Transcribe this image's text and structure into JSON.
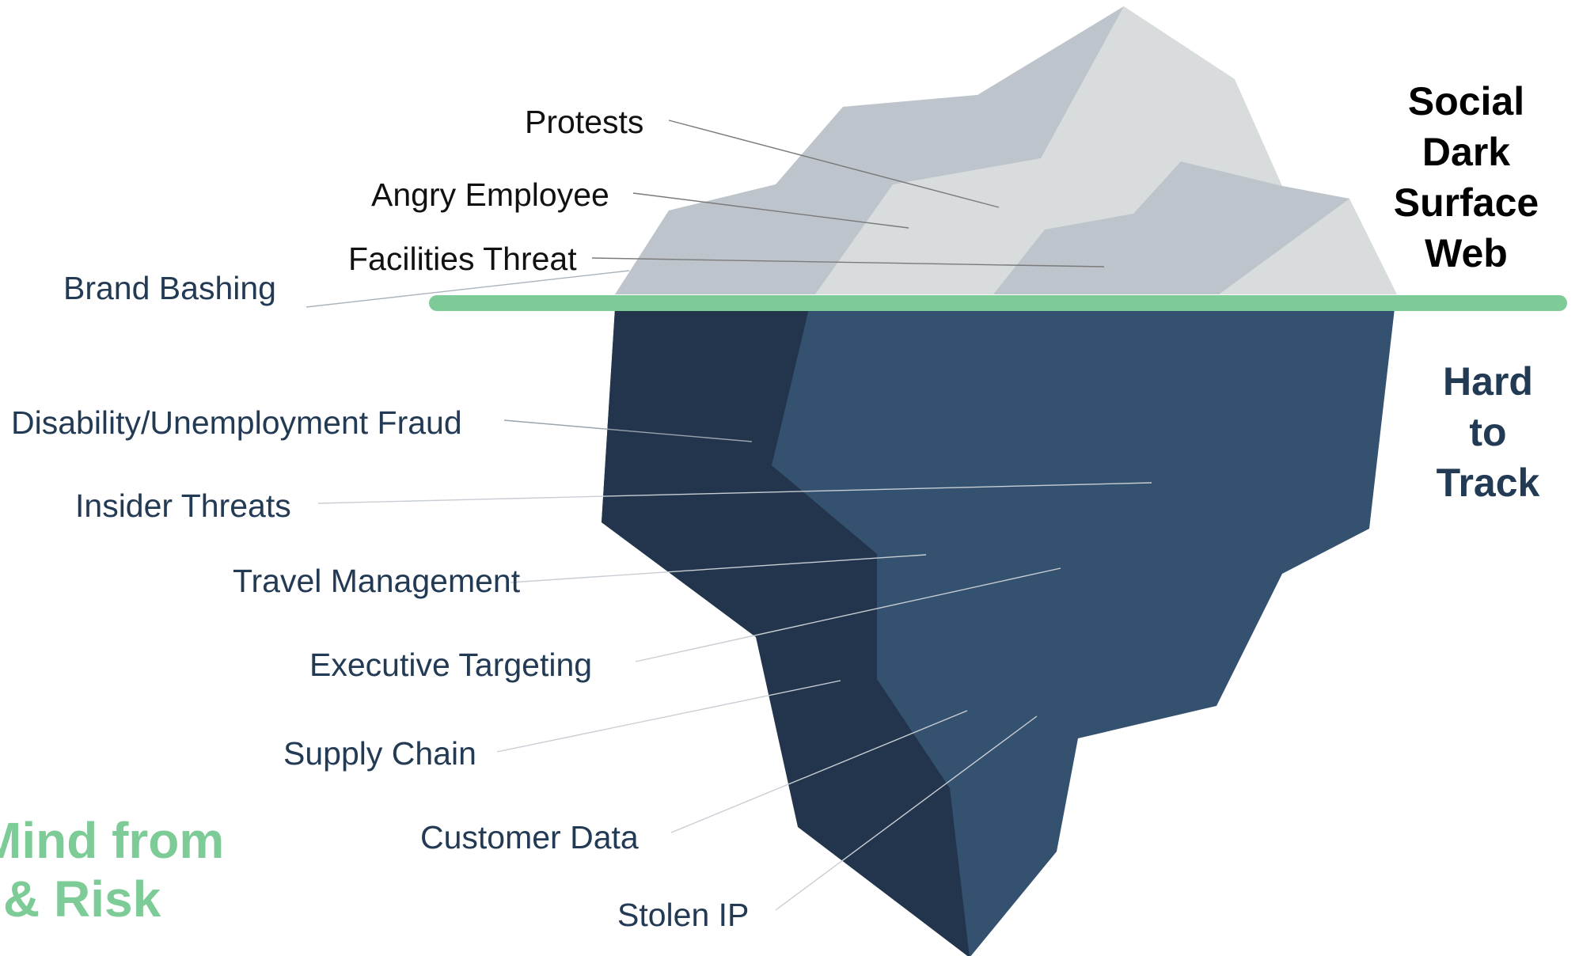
{
  "colors": {
    "ice_light": "#d8dcdc",
    "ice_shade": "#bdc4cb",
    "waterline": "#7dcb97",
    "deep_dark": "#22354c",
    "deep_mid": "#34516f",
    "leader": "#7a7a7a",
    "text_dark": "#111111",
    "text_navy": "#233a55",
    "text_green": "#7dcb97"
  },
  "above_water": [
    {
      "label": "Protests"
    },
    {
      "label": "Angry Employee"
    },
    {
      "label": "Facilities Threat"
    },
    {
      "label": "Brand Bashing"
    }
  ],
  "below_water": [
    {
      "label": "Disability/Unemployment Fraud"
    },
    {
      "label": "Insider Threats"
    },
    {
      "label": "Travel Management"
    },
    {
      "label": "Executive Targeting"
    },
    {
      "label": "Supply Chain"
    },
    {
      "label": "Customer Data"
    },
    {
      "label": "Stolen IP"
    }
  ],
  "side_labels": {
    "surface": [
      "Social",
      "Dark",
      "Surface",
      "Web"
    ],
    "deep": [
      "Hard",
      "to",
      "Track"
    ]
  },
  "cropped_text": [
    "Mind from",
    "& Risk"
  ]
}
